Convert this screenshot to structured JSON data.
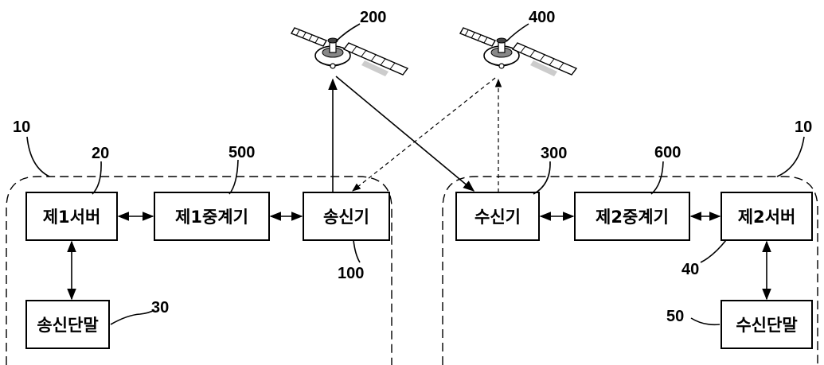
{
  "boxes": {
    "server1": "제1서버",
    "relay1": "제1중계기",
    "transmitter": "송신기",
    "sending_terminal": "송신단말",
    "receiver": "수신기",
    "relay2": "제2중계기",
    "server2": "제2서버",
    "receiving_terminal": "수신단말"
  },
  "refs": {
    "network_left": "10",
    "network_right": "10",
    "server1": "20",
    "sending_terminal": "30",
    "server2": "40",
    "receiving_terminal": "50",
    "transmitter": "100",
    "satellite1": "200",
    "receiver": "300",
    "satellite2": "400",
    "relay1": "500",
    "relay2": "600"
  }
}
